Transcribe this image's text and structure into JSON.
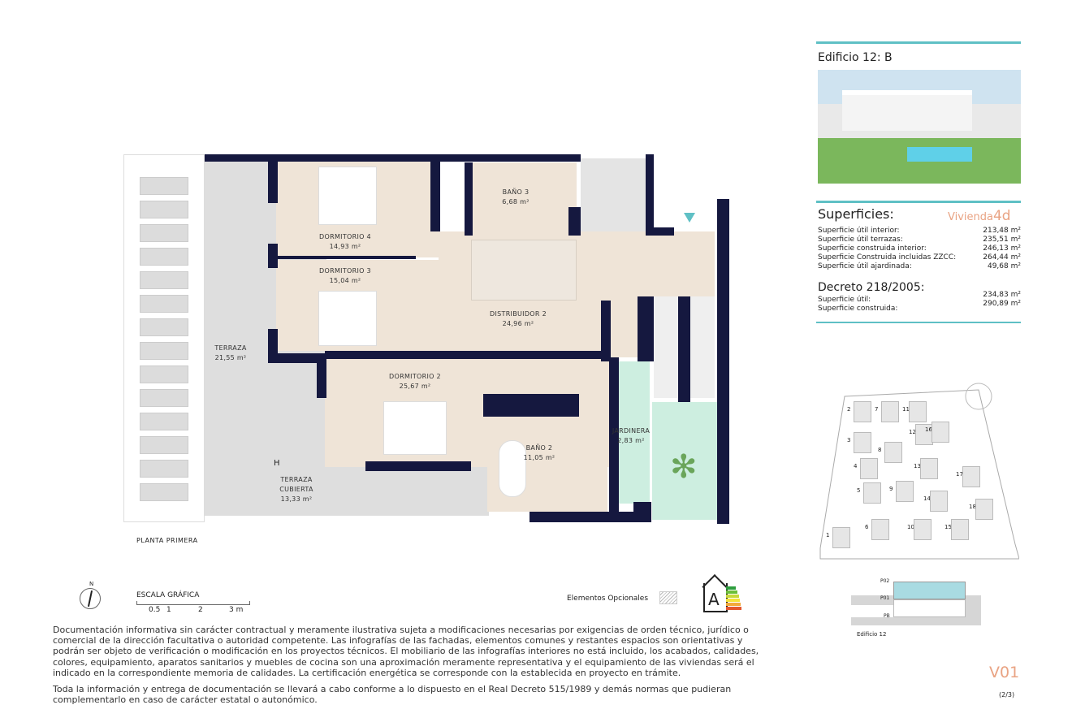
{
  "plan": {
    "floor_name": "PLANTA PRIMERA",
    "rooms": [
      {
        "name": "DORMITORIO 4",
        "area": "14,93 m²"
      },
      {
        "name": "DORMITORIO 3",
        "area": "15,04 m²"
      },
      {
        "name": "DISTRIBUIDOR 2",
        "area": "24,96 m²"
      },
      {
        "name": "DORMITORIO 2",
        "area": "25,67 m²"
      },
      {
        "name": "BAÑO 3",
        "area": "6,68 m²"
      },
      {
        "name": "BAÑO 2",
        "area": "11,05 m²"
      },
      {
        "name": "JARDINERA",
        "area": "2,83 m²"
      },
      {
        "name": "TERRAZA",
        "area": "21,55 m²"
      },
      {
        "name": "TERRAZA CUBIERTA",
        "area": "13,33 m²"
      }
    ],
    "marker_h": "H"
  },
  "legend": {
    "north": "N",
    "scale_title": "ESCALA GRÁFICA",
    "scale_ticks": [
      "0.5",
      "1",
      "2",
      "3 m"
    ],
    "optional_elements": "Elementos Opcionales",
    "energy_rating": "A"
  },
  "sidebar": {
    "building": "Edificio 12: B",
    "superficies_title": "Superficies:",
    "vivienda_label": "Vivienda",
    "vivienda_type": "4d",
    "surfaces": [
      {
        "label": "Superficie útil interior:",
        "value": "213,48 m²"
      },
      {
        "label": "Superficie útil terrazas:",
        "value": "235,51 m²"
      },
      {
        "label": "Superficie construida interior:",
        "value": "246,13 m²"
      },
      {
        "label": "Superficie Construida incluidas ZZCC:",
        "value": "264,44 m²"
      },
      {
        "label": "Superficie útil ajardinada:",
        "value": "49,68 m²"
      }
    ],
    "decreto_title": "Decreto 218/2005:",
    "decreto": [
      {
        "label": "Superficie útil:",
        "value": "234,83 m²"
      },
      {
        "label": "Superficie construida:",
        "value": "290,89 m²"
      }
    ],
    "site_plan_numbers": [
      "1",
      "2",
      "3",
      "4",
      "5",
      "6",
      "7",
      "8",
      "9",
      "10",
      "11",
      "12",
      "13",
      "14",
      "15",
      "16",
      "17",
      "18"
    ],
    "section_levels": [
      "P02",
      "P01",
      "PB"
    ],
    "section_caption": "Edificio 12",
    "version": "V01",
    "page": "(2/3)"
  },
  "disclaimer": {
    "p1": "Documentación informativa sin carácter contractual y meramente ilustrativa sujeta a modificaciones necesarias por exigencias de orden técnico, jurídico o comercial de la dirección facultativa o autoridad competente. Las infografías de las fachadas, elementos comunes y restantes espacios son orientativas y podrán ser objeto de verificación o modificación en los proyectos técnicos. El mobiliario de las infografías interiores no está incluido, los acabados, calidades, colores, equipamiento, aparatos sanitarios y muebles de cocina son una aproximación meramente representativa y el equipamiento de las viviendas será el indicado en la correspondiente memoria de calidades. La certificación energética se corresponde con la establecida en proyecto en trámite.",
    "p2": "Toda la información y entrega de documentación se llevará a cabo conforme a lo dispuesto en el Real Decreto 515/1989 y demás normas que pudieran complementarlo en caso de carácter estatal o autonómico."
  },
  "colors": {
    "wall": "#15183f",
    "floor": "#efe4d7",
    "accent": "#5fc0c5",
    "vivienda": "#e9a383",
    "jardinera": "#cdeee0"
  }
}
